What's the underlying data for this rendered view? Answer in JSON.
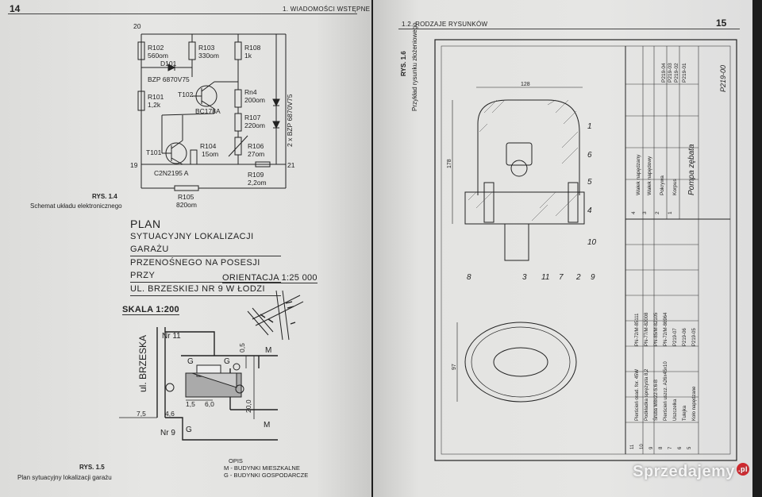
{
  "left_page": {
    "page_number": "14",
    "header": "1. WIADOMOŚCI WSTĘPNE",
    "fig14": {
      "rys": "RYS. 1.4",
      "caption": "Schemat układu elektronicznego",
      "nodes": [
        "20",
        "19",
        "21"
      ],
      "components": [
        {
          "name": "R102",
          "value": "560om"
        },
        {
          "name": "R103",
          "value": "330om"
        },
        {
          "name": "R108",
          "value": "1k"
        },
        {
          "name": "D101",
          "value": "BZP 6870V75"
        },
        {
          "name": "R101",
          "value": "1,2k"
        },
        {
          "name": "T102",
          "value": "BC178A"
        },
        {
          "name": "Rn4",
          "value": "200om"
        },
        {
          "name": "R107",
          "value": "220om"
        },
        {
          "name": "T101",
          "value": "C2N2195 A"
        },
        {
          "name": "R104",
          "value": "15om"
        },
        {
          "name": "R106",
          "value": "27om"
        },
        {
          "name": "R109",
          "value": "2,2om"
        },
        {
          "name": "R105",
          "value": "820om"
        }
      ],
      "diodes_label": "2 x BZP 6870V75"
    },
    "plan": {
      "title": "PLAN",
      "subtitle_lines": [
        "SYTUACYJNY LOKALIZACJI GARAŻU",
        "PRZENOŚNEGO NA POSESJI PRZY",
        "UL. BRZESKIEJ NR 9 W ŁODZI"
      ],
      "orientation": "ORIENTACJA 1:25 000",
      "scale": "SKALA 1:200",
      "street": "ul. BRZESKA",
      "labels": [
        "Nr 11",
        "Nr 9",
        "G",
        "G",
        "G",
        "M",
        "M"
      ],
      "dims": [
        "7,5",
        "4,6",
        "1,5",
        "6,0",
        "20,0",
        "0,5"
      ],
      "legend_title": "OPIS",
      "legend_items": [
        "M - BUDYNKI MIESZKALNE",
        "G - BUDYNKI GOSPODARCZE"
      ]
    },
    "fig15": {
      "rys": "RYS. 1.5",
      "caption": "Plan sytuacyjny lokalizacji garażu"
    }
  },
  "right_page": {
    "page_number": "15",
    "header": "1.2. RODZAJE RYSUNKÓW",
    "fig16": {
      "rys": "RYS. 1.6",
      "caption": "Przykład rysunku złożeniowego"
    },
    "dims": [
      "128",
      "178",
      "97"
    ],
    "callouts": [
      "1",
      "6",
      "5",
      "4",
      "10",
      "8",
      "3",
      "11",
      "7",
      "2",
      "9"
    ],
    "title_block": {
      "title": "Pompa zębata",
      "number": "P219-00"
    },
    "parts_upper": [
      {
        "no": "4",
        "name": "Wałek napędzany",
        "code": "P219-04"
      },
      {
        "no": "3",
        "name": "Wałek napędowy",
        "code": "P219-03"
      },
      {
        "no": "2",
        "name": "Pokrywa",
        "code": "P219-02"
      },
      {
        "no": "1",
        "name": "Korpus",
        "code": "P219-01"
      }
    ],
    "parts_lower": [
      {
        "no": "11",
        "name": "Pierścień osad. for. 45W",
        "code": "PN-72/M-85111"
      },
      {
        "no": "10",
        "name": "Podkładka sprężysta 8,2",
        "code": "PN-77/M-82008"
      },
      {
        "no": "9",
        "name": "Śruba M8x22-5.6-B",
        "code": "PN-85/M-82105"
      },
      {
        "no": "8",
        "name": "Pierścień uszcz. A26x45x10",
        "code": "PN-72/M-86964"
      },
      {
        "no": "7",
        "name": "Uszczelka",
        "code": "P219-07"
      },
      {
        "no": "6",
        "name": "Tulejka",
        "code": "P219-06"
      },
      {
        "no": "5",
        "name": "Koło napędzane",
        "code": "P219-05"
      }
    ]
  },
  "watermark": {
    "text": "Sprzedajemy",
    "badge": ".pl"
  }
}
